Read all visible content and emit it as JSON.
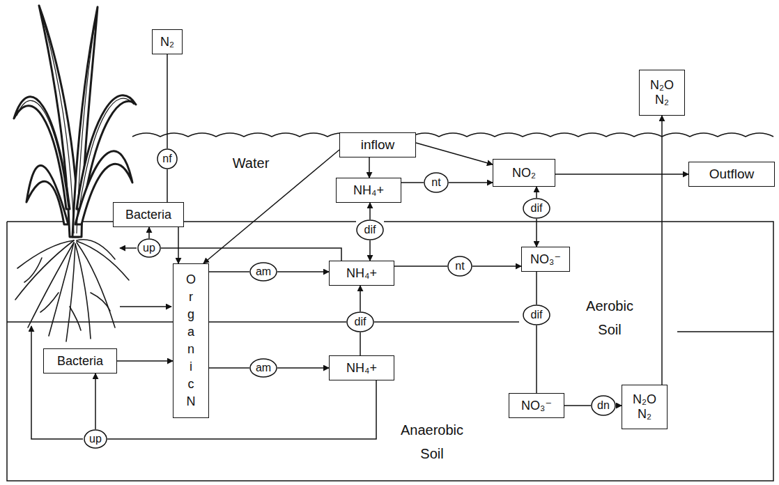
{
  "diagram": {
    "nodes": [
      {
        "text": [
          "N₂"
        ]
      },
      {
        "text": [
          "nf"
        ]
      },
      {
        "text": [
          "inflow"
        ]
      },
      {
        "text": [
          "NH₄+"
        ]
      },
      {
        "text": [
          "nt"
        ]
      },
      {
        "text": [
          "NO₂"
        ]
      },
      {
        "text": [
          "N₂O N₂"
        ]
      },
      {
        "text": [
          "Outflow"
        ]
      },
      {
        "text": [
          "Bacteria"
        ]
      },
      {
        "text": [
          "up"
        ]
      },
      {
        "text": [
          "dif"
        ]
      },
      {
        "text": [
          "dif"
        ]
      },
      {
        "text": [
          "Organic N"
        ]
      },
      {
        "text": [
          "am"
        ]
      },
      {
        "text": [
          "NH₄+"
        ]
      },
      {
        "text": [
          "nt"
        ]
      },
      {
        "text": [
          "NO₃⁻"
        ]
      },
      {
        "text": [
          "dif"
        ]
      },
      {
        "text": [
          "dif"
        ]
      },
      {
        "text": [
          "Bacteria"
        ]
      },
      {
        "text": [
          "am"
        ]
      },
      {
        "text": [
          "NH₄+"
        ]
      },
      {
        "text": [
          "NO₃⁻"
        ]
      },
      {
        "text": [
          "dn"
        ]
      },
      {
        "text": [
          "N₂O N₂"
        ]
      },
      {
        "text": [
          "up"
        ]
      }
    ],
    "edges": [
      {
        "from": 0,
        "to": 1,
        "arrow": "none"
      },
      {
        "from": 1,
        "to": 8,
        "arrow": "none"
      },
      {
        "from": 8,
        "to": 12,
        "arrow": "to"
      },
      {
        "from": 14,
        "to": 9,
        "arrow": "none"
      },
      {
        "from": 9,
        "to": 8,
        "arrow": "to"
      },
      {
        "from": 2,
        "to": 3,
        "arrow": "to"
      },
      {
        "from": 2,
        "to": 5,
        "arrow": "to"
      },
      {
        "from": 2,
        "to": 12,
        "arrow": "to"
      },
      {
        "from": 3,
        "to": 4,
        "arrow": "none"
      },
      {
        "from": 4,
        "to": 5,
        "arrow": "to"
      },
      {
        "from": 5,
        "to": 7,
        "arrow": "to"
      },
      {
        "from": 10,
        "to": 3,
        "arrow": "to"
      },
      {
        "from": 10,
        "to": 14,
        "arrow": "to"
      },
      {
        "from": 11,
        "to": 5,
        "arrow": "to"
      },
      {
        "from": 11,
        "to": 16,
        "arrow": "to"
      },
      {
        "from": 12,
        "to": 13,
        "arrow": "none"
      },
      {
        "from": 13,
        "to": 14,
        "arrow": "to"
      },
      {
        "from": 14,
        "to": 15,
        "arrow": "none"
      },
      {
        "from": 15,
        "to": 16,
        "arrow": "to"
      },
      {
        "from": 16,
        "to": 17,
        "arrow": "none"
      },
      {
        "from": 17,
        "to": 22,
        "arrow": "none"
      },
      {
        "from": 21,
        "to": 18,
        "arrow": "none"
      },
      {
        "from": 18,
        "to": 14,
        "arrow": "to"
      },
      {
        "from": 12,
        "to": 20,
        "arrow": "none"
      },
      {
        "from": 20,
        "to": 21,
        "arrow": "to"
      },
      {
        "from": 19,
        "to": 12,
        "arrow": "to"
      },
      {
        "from": 21,
        "to": 25,
        "arrow": "none"
      },
      {
        "from": 25,
        "to": 19,
        "arrow": "to"
      },
      {
        "from": 22,
        "to": 23,
        "arrow": "none"
      },
      {
        "from": 23,
        "to": 24,
        "arrow": "to"
      },
      {
        "from": 24,
        "to": 6,
        "arrow": "to"
      }
    ],
    "labels": [
      "Water",
      "Aerobic Soil",
      "Anaerobic Soil"
    ]
  }
}
